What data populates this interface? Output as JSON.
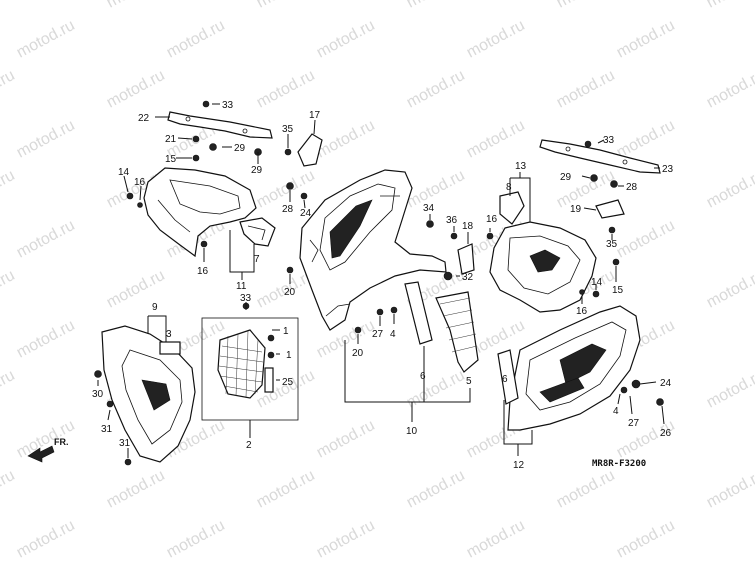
{
  "watermark": {
    "text": "motod.ru"
  },
  "diagram_code": "MR8R-F3200",
  "direction_label": "FR.",
  "callouts": [
    {
      "id": "c1",
      "text": "1"
    },
    {
      "id": "c1b",
      "text": "1"
    },
    {
      "id": "c2",
      "text": "2"
    },
    {
      "id": "c3",
      "text": "3"
    },
    {
      "id": "c4a",
      "text": "4"
    },
    {
      "id": "c4b",
      "text": "4"
    },
    {
      "id": "c5",
      "text": "5"
    },
    {
      "id": "c6a",
      "text": "6"
    },
    {
      "id": "c6b",
      "text": "6"
    },
    {
      "id": "c7",
      "text": "7"
    },
    {
      "id": "c8",
      "text": "8"
    },
    {
      "id": "c9",
      "text": "9"
    },
    {
      "id": "c10",
      "text": "10"
    },
    {
      "id": "c11",
      "text": "11"
    },
    {
      "id": "c12",
      "text": "12"
    },
    {
      "id": "c13",
      "text": "13"
    },
    {
      "id": "c14a",
      "text": "14"
    },
    {
      "id": "c14b",
      "text": "14"
    },
    {
      "id": "c15a",
      "text": "15"
    },
    {
      "id": "c15b",
      "text": "15"
    },
    {
      "id": "c16a",
      "text": "16"
    },
    {
      "id": "c16b",
      "text": "16"
    },
    {
      "id": "c16c",
      "text": "16"
    },
    {
      "id": "c16d",
      "text": "16"
    },
    {
      "id": "c17",
      "text": "17"
    },
    {
      "id": "c18",
      "text": "18"
    },
    {
      "id": "c19",
      "text": "19"
    },
    {
      "id": "c20a",
      "text": "20"
    },
    {
      "id": "c20b",
      "text": "20"
    },
    {
      "id": "c21",
      "text": "21"
    },
    {
      "id": "c22",
      "text": "22"
    },
    {
      "id": "c23",
      "text": "23"
    },
    {
      "id": "c24a",
      "text": "24"
    },
    {
      "id": "c24b",
      "text": "24"
    },
    {
      "id": "c25",
      "text": "25"
    },
    {
      "id": "c26",
      "text": "26"
    },
    {
      "id": "c27a",
      "text": "27"
    },
    {
      "id": "c27b",
      "text": "27"
    },
    {
      "id": "c28a",
      "text": "28"
    },
    {
      "id": "c28b",
      "text": "28"
    },
    {
      "id": "c29a",
      "text": "29"
    },
    {
      "id": "c29b",
      "text": "29"
    },
    {
      "id": "c30",
      "text": "30"
    },
    {
      "id": "c31a",
      "text": "31"
    },
    {
      "id": "c31b",
      "text": "31"
    },
    {
      "id": "c32",
      "text": "32"
    },
    {
      "id": "c33a",
      "text": "33"
    },
    {
      "id": "c33b",
      "text": "33"
    },
    {
      "id": "c33c",
      "text": "33"
    },
    {
      "id": "c34",
      "text": "34"
    },
    {
      "id": "c35a",
      "text": "35"
    },
    {
      "id": "c35b",
      "text": "35"
    },
    {
      "id": "c36",
      "text": "36"
    }
  ]
}
